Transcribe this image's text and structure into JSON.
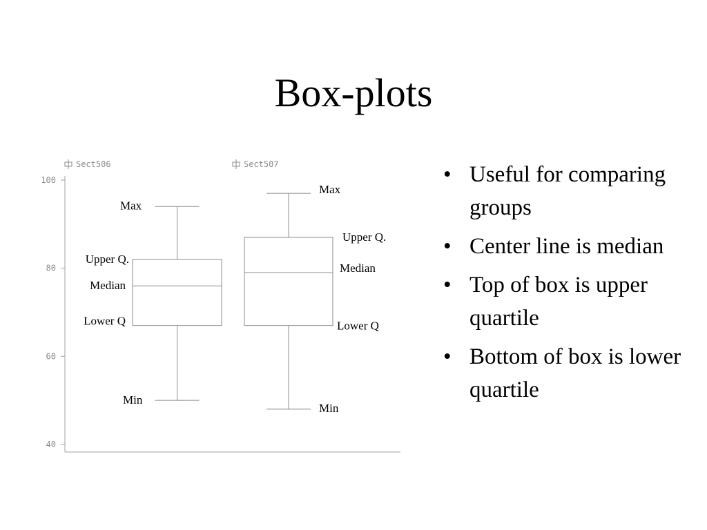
{
  "slide": {
    "title": "Box-plots",
    "bullet_glyph": "•",
    "bullets": [
      "Useful for comparing groups",
      "Center line is median",
      "Top of box is upper quartile",
      "Bottom of box is lower quartile"
    ]
  },
  "chart_data": {
    "type": "box",
    "ylim": [
      40,
      100
    ],
    "y_ticks": [
      "40",
      "60",
      "80",
      "100"
    ],
    "y_tick_values": [
      40,
      60,
      80,
      100
    ],
    "grid": false,
    "group_icon": "boxplot-icon",
    "series": [
      {
        "name": "Sect506",
        "min": 50,
        "q1": 67,
        "median": 76,
        "q3": 82,
        "max": 94,
        "labels": {
          "max": "Max",
          "q3": "Upper Q.",
          "median": "Median",
          "q1": "Lower Q",
          "min": "Min"
        }
      },
      {
        "name": "Sect507",
        "min": 48,
        "q1": 67,
        "median": 79,
        "q3": 87,
        "max": 97,
        "labels": {
          "max": "Max",
          "q3": "Upper Q.",
          "median": "Median",
          "q1": "Lower Q",
          "min": "Min"
        }
      }
    ]
  }
}
